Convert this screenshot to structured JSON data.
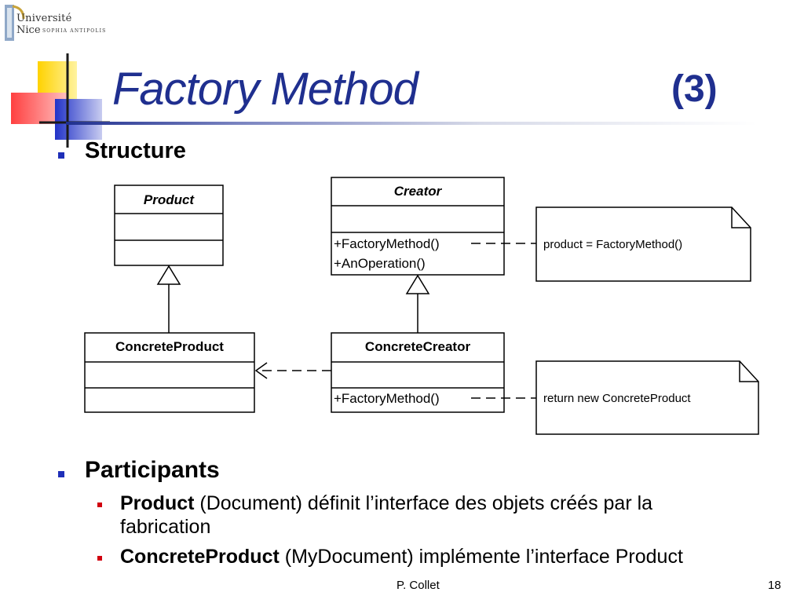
{
  "logo": {
    "line1": "Université",
    "line2": "Nice",
    "line3": "SOPHIA ANTIPOLIS"
  },
  "title": "Factory Method",
  "title_number": "(3)",
  "section1": "Structure",
  "diagram": {
    "product": {
      "name": "Product"
    },
    "creator": {
      "name": "Creator",
      "op1": "+FactoryMethod()",
      "op2": "+AnOperation()"
    },
    "concrete_product": {
      "name": "ConcreteProduct"
    },
    "concrete_creator": {
      "name": "ConcreteCreator",
      "op1": "+FactoryMethod()"
    },
    "note1": "product = FactoryMethod()",
    "note2": "return new ConcreteProduct"
  },
  "section2": "Participants",
  "participants": [
    {
      "term": "Product",
      "desc": " (Document) définit l’interface des objets créés par la",
      "desc_cont": "fabrication"
    },
    {
      "term": "ConcreteProduct",
      "desc": " (MyDocument) implémente l’interface Product"
    }
  ],
  "footer": {
    "author": "P. Collet",
    "page": "18"
  },
  "colors": {
    "title": "#1f2f8f",
    "bullet": "#1f2fb8",
    "sub_bullet": "#d1000f"
  }
}
